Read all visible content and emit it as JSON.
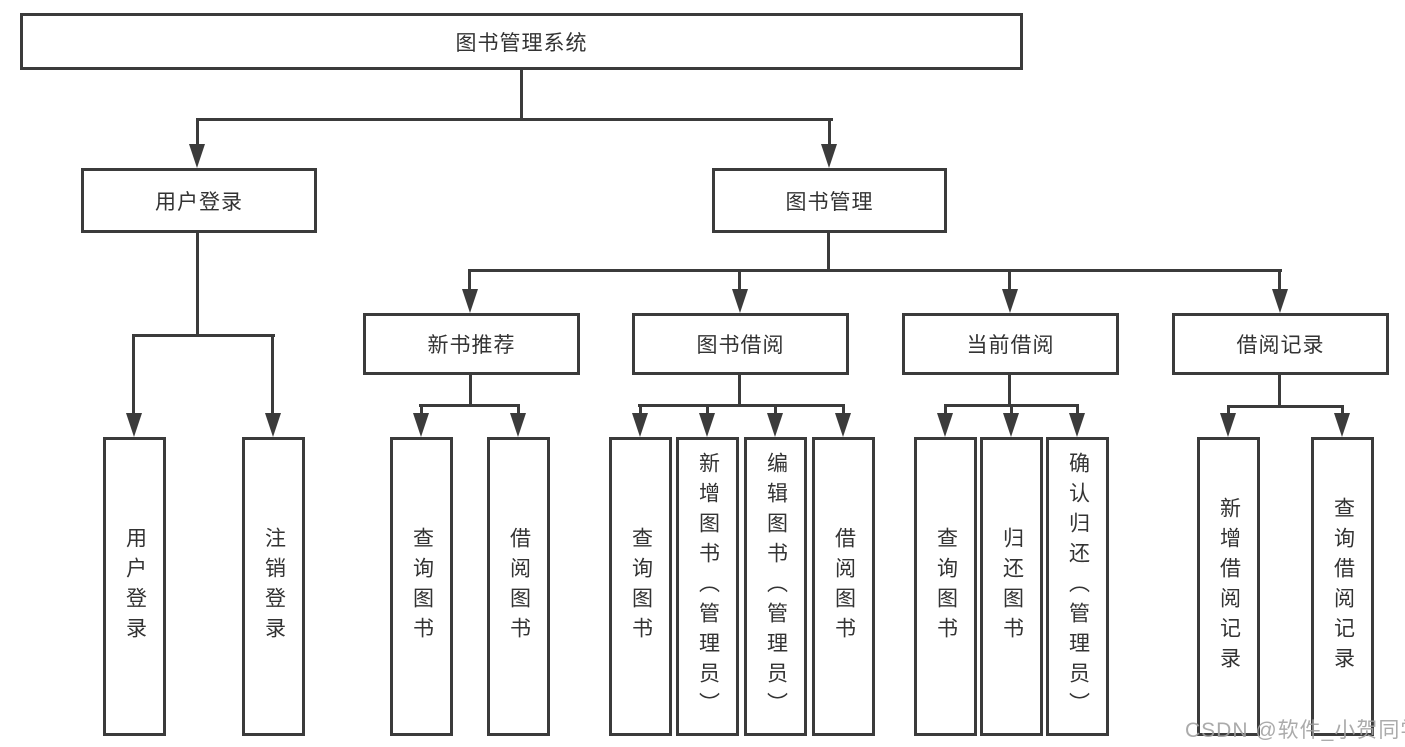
{
  "diagram": {
    "root": "图书管理系统",
    "level2": {
      "user_login": "用户登录",
      "book_management": "图书管理"
    },
    "level3": {
      "new_book_recommendation": "新书推荐",
      "book_borrowing": "图书借阅",
      "current_borrowing": "当前借阅",
      "borrowing_records": "借阅记录"
    },
    "leaves": {
      "user_login": "用户登录",
      "logout": "注销登录",
      "recommend_query_books": "查询图书",
      "recommend_borrow_books": "借阅图书",
      "borrowing_query_books": "查询图书",
      "borrowing_add_books": "新增图书（管理员）",
      "borrowing_edit_books": "编辑图书（管理员）",
      "borrowing_borrow_books": "借阅图书",
      "current_query_books": "查询图书",
      "current_return_books": "归还图书",
      "current_confirm_return": "确认归还（管理员）",
      "records_add_record": "新增借阅记录",
      "records_query_record": "查询借阅记录"
    }
  },
  "watermark": "CSDN @软件_小贺同学",
  "colors": {
    "line": "#3b3b3b",
    "text": "#333333",
    "watermark": "#a2a2a2",
    "background": "#ffffff"
  }
}
